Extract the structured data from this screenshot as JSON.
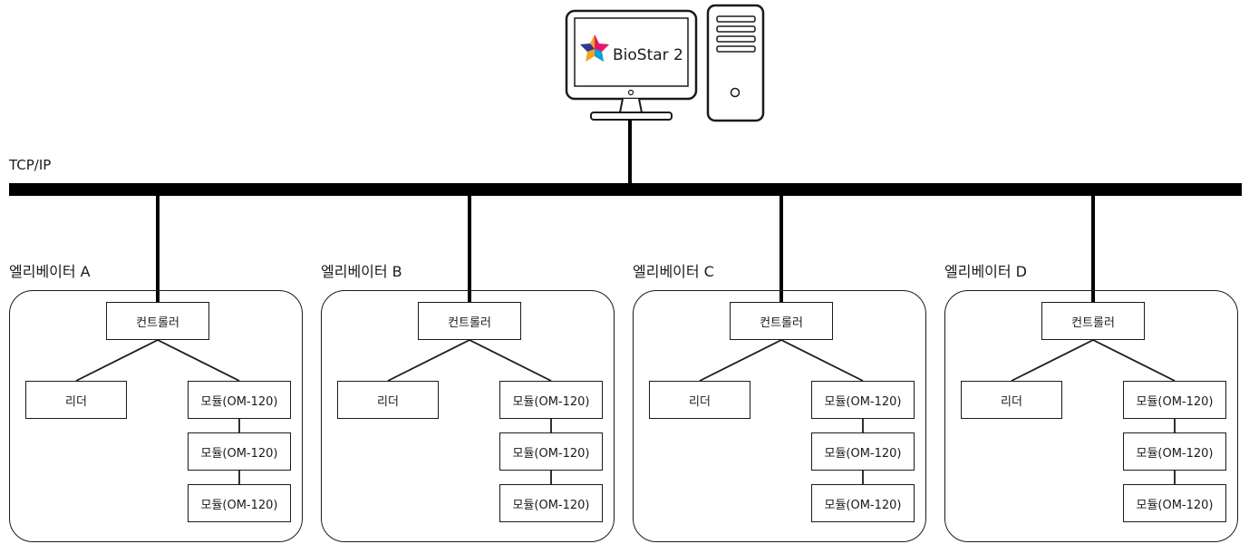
{
  "network": {
    "label": "TCP/IP"
  },
  "server": {
    "app_name": "BioStar 2",
    "icons": [
      "monitor-icon",
      "biostar-star-logo-icon",
      "pc-tower-icon"
    ],
    "logo_colors": [
      "#e2176f",
      "#f7a21b",
      "#2e3a8c",
      "#00a3e0"
    ]
  },
  "elevators": [
    {
      "label": "엘리베이터 A",
      "controller": "컨트롤러",
      "reader": "리더",
      "modules": [
        "모듈(OM-120)",
        "모듈(OM-120)",
        "모듈(OM-120)"
      ]
    },
    {
      "label": "엘리베이터 B",
      "controller": "컨트롤러",
      "reader": "리더",
      "modules": [
        "모듈(OM-120)",
        "모듈(OM-120)",
        "모듈(OM-120)"
      ]
    },
    {
      "label": "엘리베이터 C",
      "controller": "컨트롤러",
      "reader": "리더",
      "modules": [
        "모듈(OM-120)",
        "모듈(OM-120)",
        "모듈(OM-120)"
      ]
    },
    {
      "label": "엘리베이터 D",
      "controller": "컨트롤러",
      "reader": "리더",
      "modules": [
        "모듈(OM-120)",
        "모듈(OM-120)",
        "모듈(OM-120)"
      ]
    }
  ]
}
